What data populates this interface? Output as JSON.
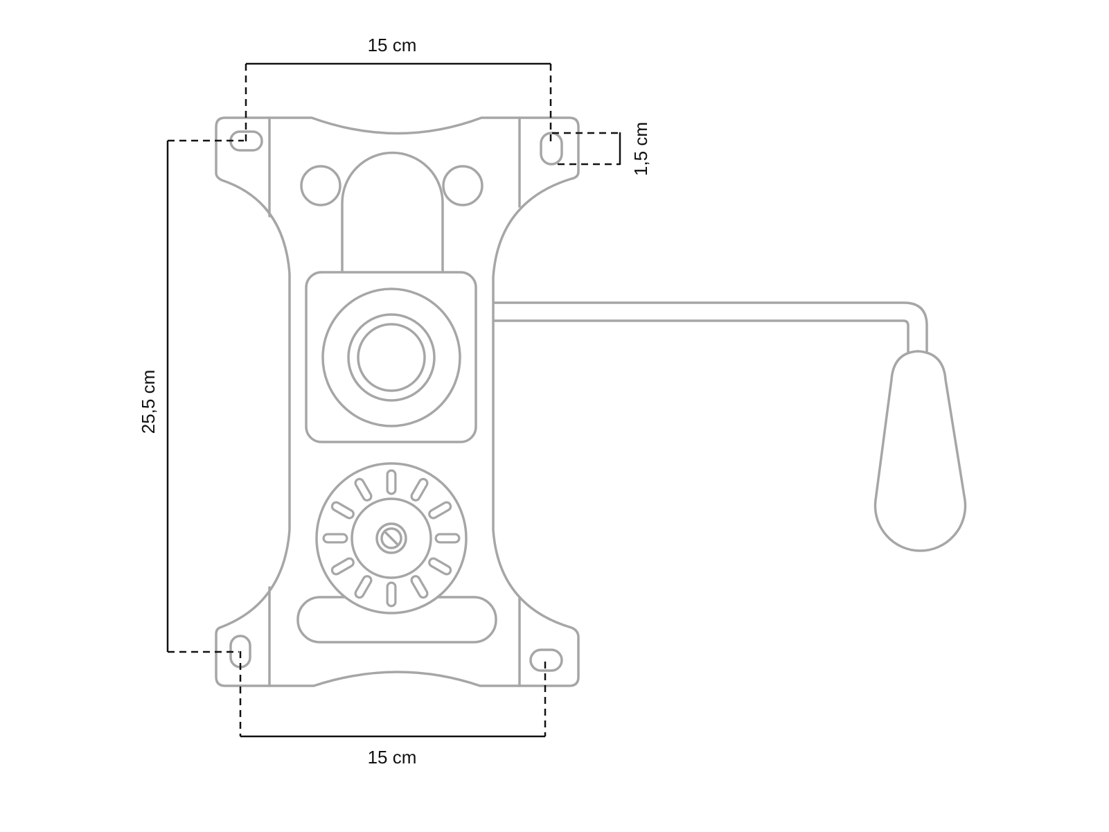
{
  "dimensions": {
    "top_width": "15 cm",
    "bottom_width": "15 cm",
    "height": "25,5 cm",
    "slot_length": "1,5 cm"
  },
  "colors": {
    "part_outline": "#a6a6a6",
    "dimension_line": "#111111"
  }
}
